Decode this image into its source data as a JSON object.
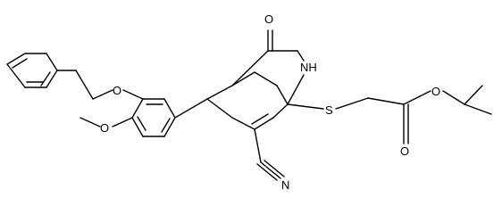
{
  "molecule": {
    "atoms": {
      "carbonyl_oxygen": "O",
      "ring_nitrogen": "NH",
      "thioether_sulfur": "S",
      "ester_carbonyl_oxygen": "O",
      "ester_oxygen": "O",
      "ether_oxygen": "O",
      "methoxy_oxygen": "O",
      "nitrile_nitrogen": "N"
    },
    "colors": {
      "bond": "#000000",
      "label": "#000000",
      "background": "#ffffff"
    }
  }
}
